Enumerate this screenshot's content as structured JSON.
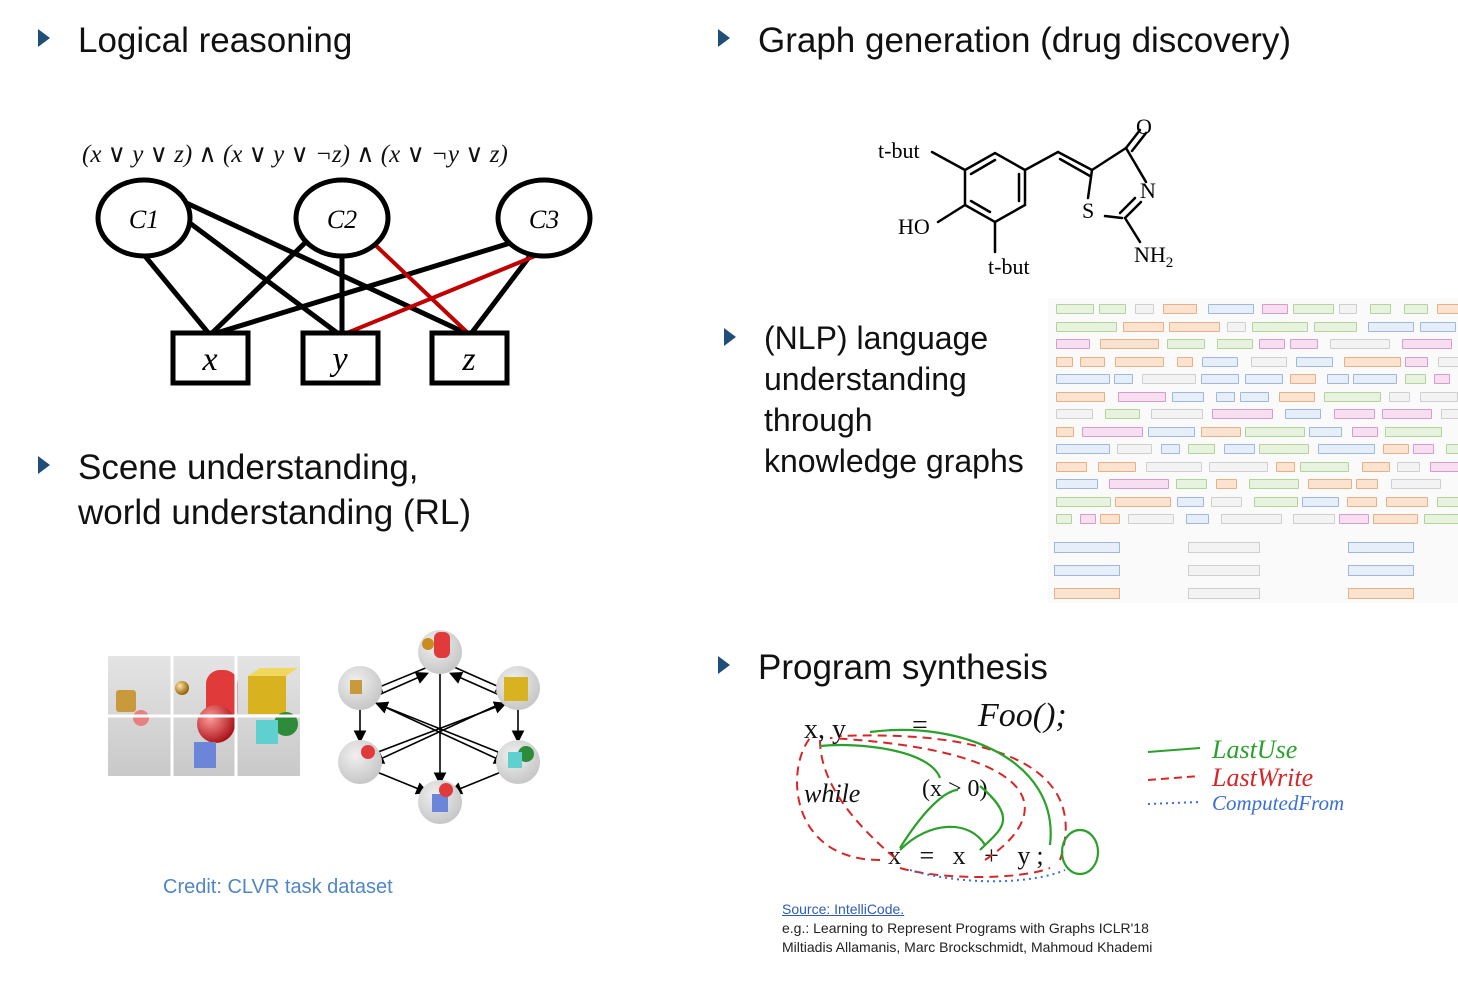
{
  "bullets": {
    "logic": "Logical reasoning",
    "graphgen": "Graph generation (drug discovery)",
    "scene_line1": "Scene understanding,",
    "scene_line2": "world understanding (RL)",
    "nlp_line1": "(NLP) language",
    "nlp_line2": "understanding",
    "nlp_line3": "through",
    "nlp_line4": "knowledge graphs",
    "program": "Program synthesis"
  },
  "sat": {
    "formula": "(x ∨ y ∨ z) ∧ (x ∨ y ∨ ¬z) ∧ (x ∨ ¬y ∨ z)",
    "clauses": [
      "C1",
      "C2",
      "C3"
    ],
    "variables": [
      "x",
      "y",
      "z"
    ]
  },
  "molecule": {
    "tbut_top": "t-but",
    "tbut_bottom": "t-but",
    "ho": "HO",
    "o": "O",
    "n": "N",
    "s": "S",
    "nh2": "NH",
    "nh2_sub": "2"
  },
  "program_graph": {
    "code_lhs": "x, y",
    "equals": "=",
    "foo": "Foo();",
    "while": "while",
    "cond": "(x > 0)",
    "stmt": "x = x + y;",
    "legend": [
      "LastUse",
      "LastWrite",
      "ComputedFrom"
    ],
    "colors": {
      "last_use": "#2ca02c",
      "last_write": "#d62728",
      "computed_from": "#3a6fd8"
    }
  },
  "credit": "Credit: CLVR task dataset",
  "source": {
    "link": "Source: IntelliCode.",
    "line1": "e.g.: Learning to Represent Programs with Graphs  ICLR'18",
    "line2": "Miltiadis Allamanis, Marc Brockschmidt, Mahmoud Khademi"
  },
  "colors": {
    "bullet": "#1f4e79",
    "red_edge": "#c00000",
    "credit": "#4f86c6"
  }
}
